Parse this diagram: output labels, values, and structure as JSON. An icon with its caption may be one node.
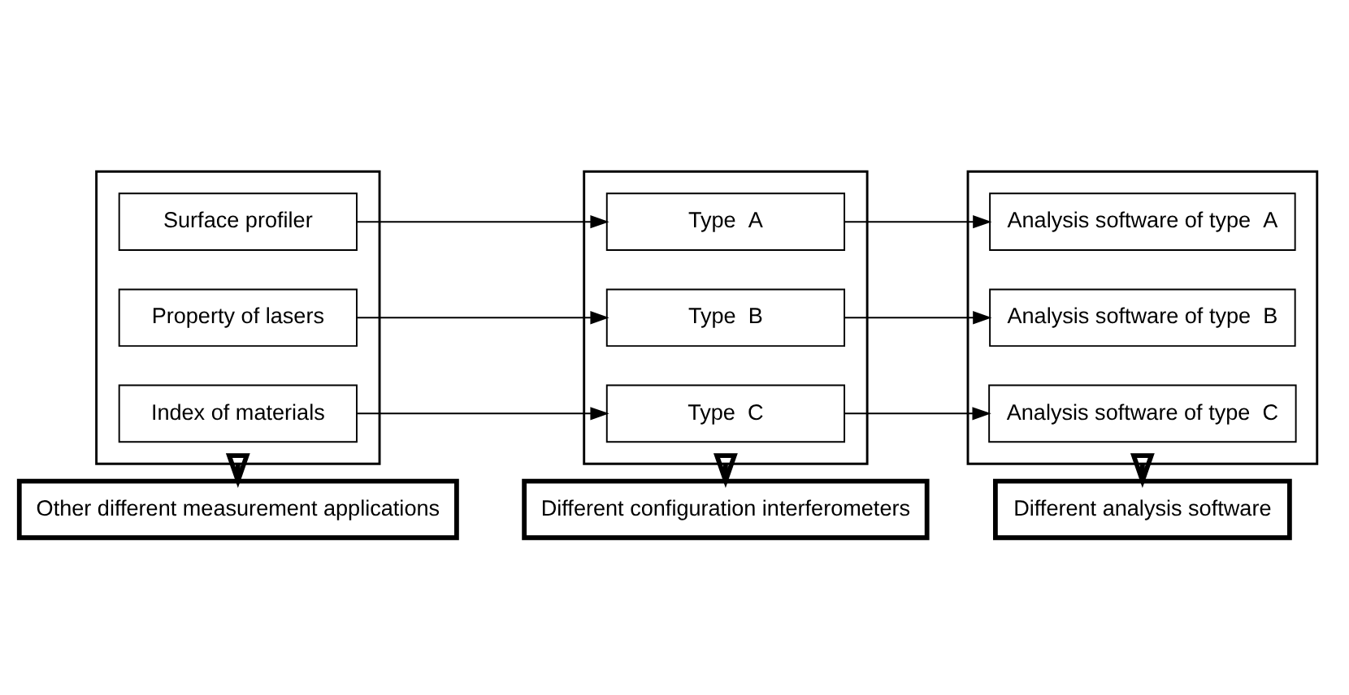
{
  "diagram": {
    "nodes": [
      {
        "text": [],
        "shape": "box"
      },
      {
        "text": [
          "Surface profiler"
        ],
        "in": 0
      },
      {
        "text": [
          "Property of lasers"
        ],
        "in": 0
      },
      {
        "text": [
          "Index of materials"
        ],
        "in": 0
      },
      {
        "text": [],
        "shape": "box"
      },
      {
        "text": [
          "Type  A"
        ],
        "in": 4
      },
      {
        "text": [
          "Type  B"
        ],
        "in": 4
      },
      {
        "text": [
          "Type  C"
        ],
        "in": 4
      },
      {
        "text": [],
        "shape": "box"
      },
      {
        "text": [
          "Analysis software of type  A"
        ],
        "in": 8
      },
      {
        "text": [
          "Analysis software of type  B"
        ],
        "in": 8
      },
      {
        "text": [
          "Analysis software of type  C"
        ],
        "in": 8
      },
      {
        "text": [
          "Other different measurement applications"
        ]
      },
      {
        "text": [
          "Different configuration interferometers"
        ]
      },
      {
        "text": [
          "Different analysis software"
        ]
      }
    ],
    "edges": [
      {
        "from": 1,
        "to": 5,
        "arrow": "to"
      },
      {
        "from": 2,
        "to": 6,
        "arrow": "to"
      },
      {
        "from": 3,
        "to": 7,
        "arrow": "to"
      },
      {
        "from": 5,
        "to": 9,
        "arrow": "to"
      },
      {
        "from": 6,
        "to": 10,
        "arrow": "to"
      },
      {
        "from": 7,
        "to": 11,
        "arrow": "to"
      },
      {
        "from": 0,
        "to": 12,
        "arrow": "to",
        "style": "thick"
      },
      {
        "from": 4,
        "to": 13,
        "arrow": "to",
        "style": "thick"
      },
      {
        "from": 8,
        "to": 14,
        "arrow": "to",
        "style": "thick"
      }
    ]
  }
}
